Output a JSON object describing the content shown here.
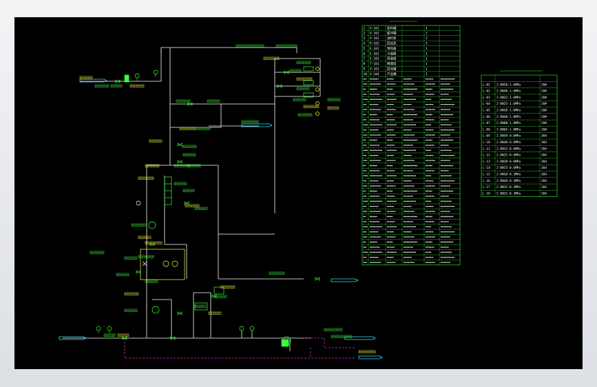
{
  "colors": {
    "background": "#000000",
    "pipe": "#ffffff",
    "equipment": "#3cff3c",
    "labels": "#ffff40",
    "stream": "#40e0ff",
    "drain": "#cc33cc",
    "instrument": "#ffff40"
  },
  "legend_table": {
    "title": "设备一览表",
    "rows": [
      {
        "no": "1",
        "tag": "V-101",
        "desc": "原料罐",
        "qty": "1"
      },
      {
        "no": "2",
        "tag": "V-102",
        "desc": "缓冲罐",
        "qty": "1"
      },
      {
        "no": "3",
        "tag": "P-101",
        "desc": "进料泵",
        "qty": "2"
      },
      {
        "no": "4",
        "tag": "P-102",
        "desc": "回流泵",
        "qty": "2"
      },
      {
        "no": "5",
        "tag": "E-101",
        "desc": "预热器",
        "qty": "1"
      },
      {
        "no": "6",
        "tag": "E-102",
        "desc": "冷凝器",
        "qty": "1"
      },
      {
        "no": "7",
        "tag": "E-103",
        "desc": "再沸器",
        "qty": "1"
      },
      {
        "no": "8",
        "tag": "T-101",
        "desc": "精馏塔",
        "qty": "1"
      },
      {
        "no": "9",
        "tag": "V-103",
        "desc": "回流罐",
        "qty": "1"
      },
      {
        "no": "10",
        "tag": "V-104",
        "desc": "产品罐",
        "qty": "1"
      }
    ]
  },
  "line_table": {
    "title": "管道一览表",
    "rows": [
      {
        "line": "L-01",
        "spec": "2-DN50-1.6MPa",
        "mat": "20#"
      },
      {
        "line": "L-02",
        "spec": "2-DN40-1.6MPa",
        "mat": "20#"
      },
      {
        "line": "L-03",
        "spec": "2-DN32-1.6MPa",
        "mat": "20#"
      },
      {
        "line": "L-04",
        "spec": "2-DN25-1.6MPa",
        "mat": "20#"
      },
      {
        "line": "L-05",
        "spec": "2-DN50-1.0MPa",
        "mat": "20#"
      },
      {
        "line": "L-06",
        "spec": "2-DN40-1.0MPa",
        "mat": "20#"
      },
      {
        "line": "L-07",
        "spec": "2-DN80-1.0MPa",
        "mat": "20#"
      },
      {
        "line": "L-08",
        "spec": "2-DN65-1.0MPa",
        "mat": "20#"
      },
      {
        "line": "L-09",
        "spec": "2-DN50-0.6MPa",
        "mat": "304"
      },
      {
        "line": "L-10",
        "spec": "2-DN40-0.6MPa",
        "mat": "304"
      },
      {
        "line": "L-11",
        "spec": "2-DN32-0.6MPa",
        "mat": "304"
      },
      {
        "line": "L-12",
        "spec": "2-DN25-0.6MPa",
        "mat": "304"
      },
      {
        "line": "L-13",
        "spec": "2-DN20-0.6MPa",
        "mat": "304"
      },
      {
        "line": "L-14",
        "spec": "2-DN15-0.6MPa",
        "mat": "304"
      },
      {
        "line": "L-15",
        "spec": "2-DN50-0.3MPa",
        "mat": "304"
      },
      {
        "line": "L-16",
        "spec": "2-DN40-0.3MPa",
        "mat": "304"
      },
      {
        "line": "L-17",
        "spec": "2-DN32-0.3MPa",
        "mat": "304"
      },
      {
        "line": "L-18",
        "spec": "2-DN25-0.3MPa",
        "mat": "304"
      }
    ]
  }
}
